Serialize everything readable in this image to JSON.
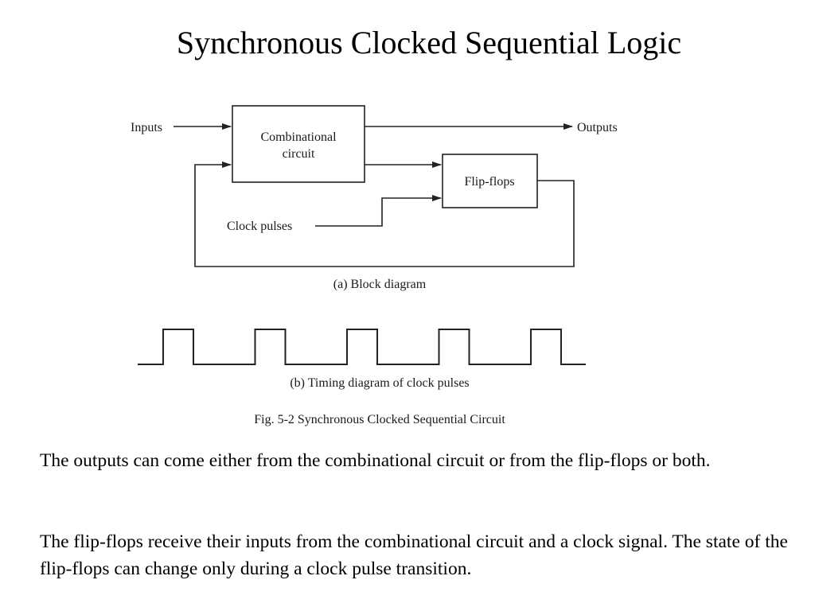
{
  "title": "Synchronous Clocked Sequential Logic",
  "block_diagram": {
    "inputs_label": "Inputs",
    "outputs_label": "Outputs",
    "combinational_line1": "Combinational",
    "combinational_line2": "circuit",
    "flipflops_label": "Flip-flops",
    "clock_label": "Clock pulses",
    "caption": "(a) Block diagram"
  },
  "timing_diagram": {
    "pulse_count": 5,
    "caption": "(b) Timing diagram of clock pulses"
  },
  "figure_caption": "Fig. 5-2  Synchronous Clocked Sequential Circuit",
  "paragraphs": [
    "The outputs can come either from the combinational circuit or from the flip-flops or both.",
    "The flip-flops receive their inputs from the combinational circuit and a clock signal. The state of the flip-flops can change only during a clock pulse transition."
  ]
}
